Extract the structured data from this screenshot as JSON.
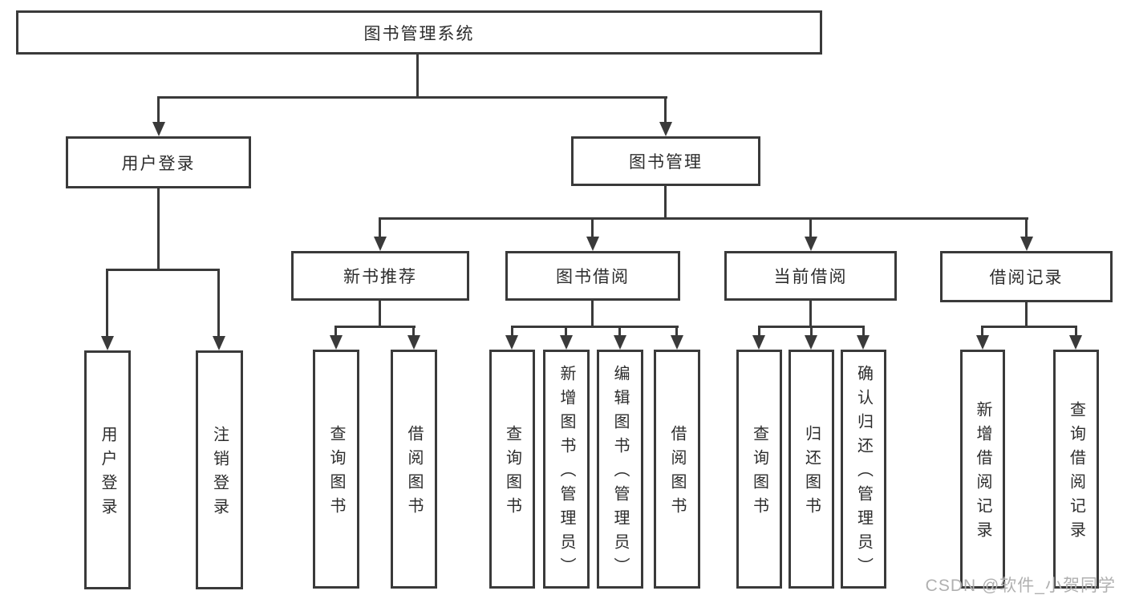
{
  "colors": {
    "line": "#3a3a3a",
    "text": "#2d2d2d",
    "watermark_color": "#b0b0b0",
    "background": "#ffffff"
  },
  "tree": {
    "root": {
      "label": "图书管理系统"
    },
    "level2": [
      {
        "label": "用户登录"
      },
      {
        "label": "图书管理"
      }
    ],
    "level3": [
      {
        "label": "新书推荐"
      },
      {
        "label": "图书借阅"
      },
      {
        "label": "当前借阅"
      },
      {
        "label": "借阅记录"
      }
    ],
    "leaves": {
      "user": [
        {
          "label": "用户登录"
        },
        {
          "label": "注销登录"
        }
      ],
      "recommend": [
        {
          "label": "查询图书"
        },
        {
          "label": "借阅图书"
        }
      ],
      "borrow": [
        {
          "label": "查询图书"
        },
        {
          "label": "新增图书（管理员）"
        },
        {
          "label": "编辑图书（管理员）"
        },
        {
          "label": "借阅图书"
        }
      ],
      "current": [
        {
          "label": "查询图书"
        },
        {
          "label": "归还图书"
        },
        {
          "label": "确认归还（管理员）"
        }
      ],
      "records": [
        {
          "label": "新增借阅记录"
        },
        {
          "label": "查询借阅记录"
        }
      ]
    }
  },
  "watermark": {
    "text": "CSDN @软件_小贺同学"
  }
}
